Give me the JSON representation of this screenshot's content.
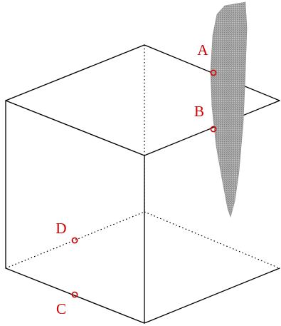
{
  "diagram": {
    "points": [
      {
        "id": "A",
        "label": "A"
      },
      {
        "id": "B",
        "label": "B"
      },
      {
        "id": "C",
        "label": "C"
      },
      {
        "id": "D",
        "label": "D"
      }
    ],
    "colors": {
      "edge": "#000000",
      "marker": "#d10000",
      "blade": "#9a9a9a",
      "background": "#ffffff"
    }
  }
}
